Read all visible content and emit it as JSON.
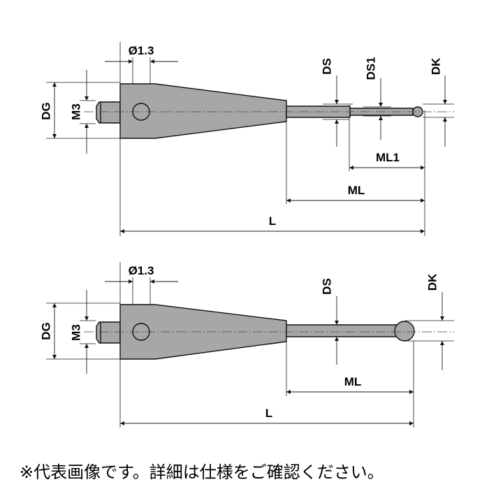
{
  "top_drawing": {
    "labels": {
      "hole_dia": "Ø1.3",
      "DG": "DG",
      "M3": "M3",
      "DS": "DS",
      "DS1": "DS1",
      "DK": "DK",
      "ML1": "ML1",
      "ML": "ML",
      "L": "L"
    }
  },
  "bottom_drawing": {
    "labels": {
      "hole_dia": "Ø1.3",
      "DG": "DG",
      "M3": "M3",
      "DS": "DS",
      "DK": "DK",
      "ML": "ML",
      "L": "L"
    }
  },
  "note": "※代表画像です。詳細は仕様をご確認ください。"
}
